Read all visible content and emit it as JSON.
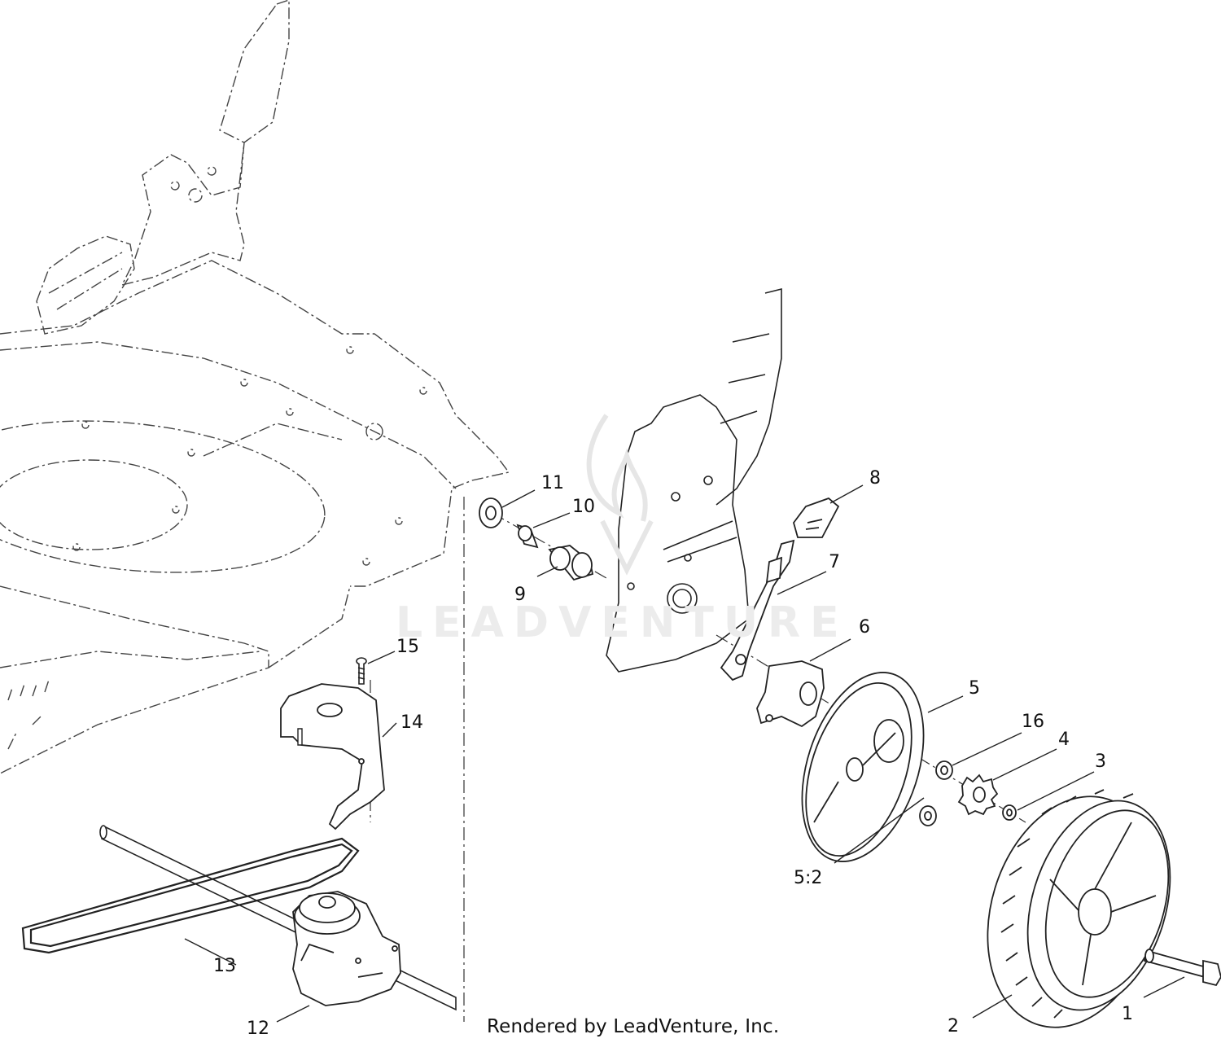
{
  "diagram": {
    "callouts": [
      {
        "id": "c1",
        "label": "1"
      },
      {
        "id": "c2",
        "label": "2"
      },
      {
        "id": "c3",
        "label": "3"
      },
      {
        "id": "c4",
        "label": "4"
      },
      {
        "id": "c5",
        "label": "5"
      },
      {
        "id": "c5_2",
        "label": "5:2"
      },
      {
        "id": "c6",
        "label": "6"
      },
      {
        "id": "c7",
        "label": "7"
      },
      {
        "id": "c8",
        "label": "8"
      },
      {
        "id": "c9",
        "label": "9"
      },
      {
        "id": "c10",
        "label": "10"
      },
      {
        "id": "c11",
        "label": "11"
      },
      {
        "id": "c12",
        "label": "12"
      },
      {
        "id": "c13",
        "label": "13"
      },
      {
        "id": "c14",
        "label": "14"
      },
      {
        "id": "c15",
        "label": "15"
      },
      {
        "id": "c16",
        "label": "16"
      }
    ],
    "watermark": "LEADVENTURE",
    "credit": "Rendered by LeadVenture, Inc."
  }
}
